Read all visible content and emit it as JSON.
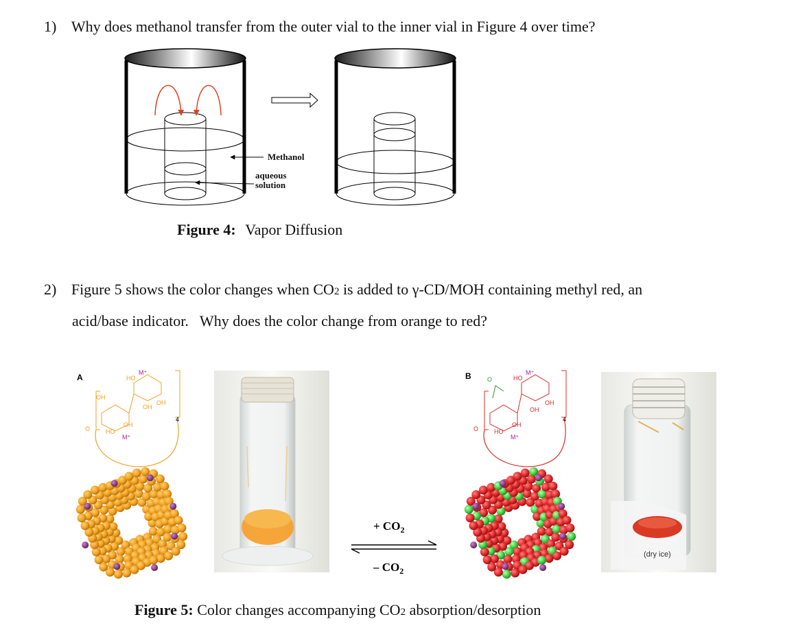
{
  "question1": {
    "number": "1)",
    "text": "Why does methanol transfer from the outer vial to the inner vial in Figure 4 over time?"
  },
  "figure4": {
    "label_methanol": "Methanol",
    "label_aqueous_1": "aqueous",
    "label_aqueous_2": "solution",
    "caption_bold": "Figure 4:",
    "caption_text": "Vapor Diffusion"
  },
  "question2": {
    "number": "2)",
    "line1_a": "Figure 5 shows the color changes when CO",
    "line1_sub": "2",
    "line1_b": " is added to γ-CD/MOH containing methyl red, an",
    "line2": "acid/base indicator.   Why does the color change from orange to red?"
  },
  "figure5": {
    "panel_a_label": "A",
    "panel_b_label": "B",
    "struct_ho_m": "HO",
    "struct_m": "M⁺",
    "struct_oh": "OH",
    "struct_o": "O",
    "struct_n": "4",
    "forward_label": "+ CO",
    "forward_sub": "2",
    "reverse_label": "– CO",
    "reverse_sub": "2",
    "dry_ice_label": "(dry ice)",
    "caption_bold": "Figure 5:",
    "caption_a": " Color changes accompanying CO",
    "caption_sub": "2",
    "caption_b": " absorption/desorption"
  },
  "colors": {
    "orange": "#f0a020",
    "red": "#e02828",
    "green": "#40d040",
    "purple": "#7a2a78",
    "arrow_red": "#e04020"
  }
}
